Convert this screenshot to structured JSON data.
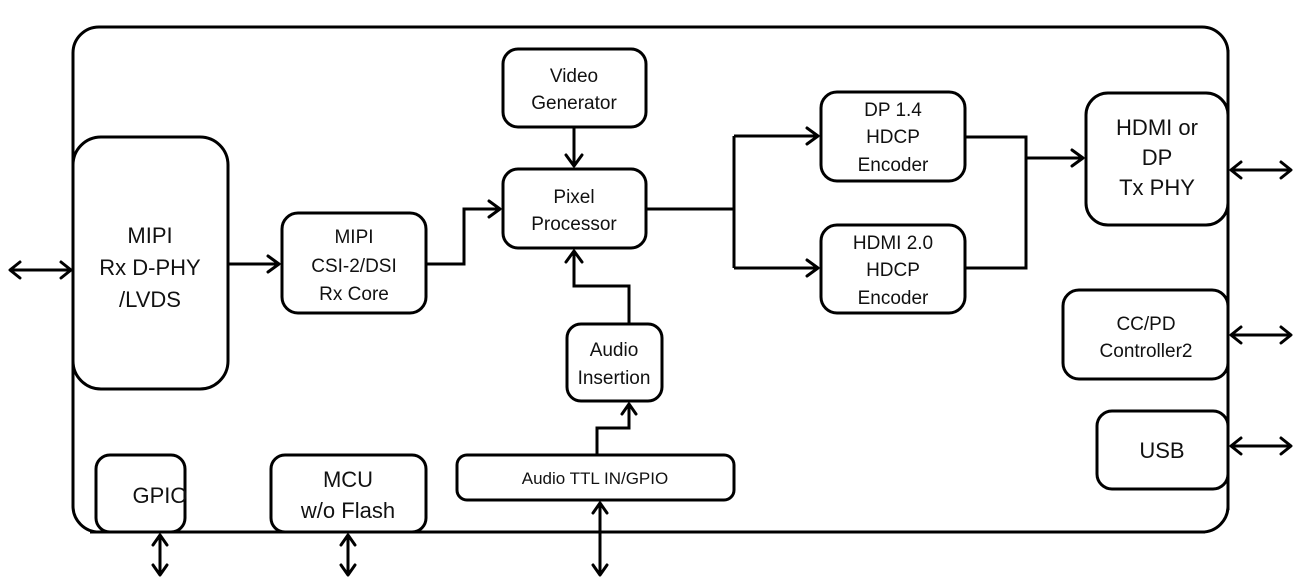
{
  "diagram": {
    "type": "block-diagram",
    "container": "chip-boundary",
    "blocks": {
      "mipi_rx_phy": {
        "lines": [
          "MIPI",
          "Rx D-PHY",
          "/LVDS"
        ]
      },
      "mipi_rx_core": {
        "lines": [
          "MIPI",
          "CSI-2/DSI",
          "Rx Core"
        ]
      },
      "video_generator": {
        "lines": [
          "Video",
          "Generator"
        ]
      },
      "pixel_processor": {
        "lines": [
          "Pixel",
          "Processor"
        ]
      },
      "dp_encoder": {
        "lines": [
          "DP 1.4",
          "HDCP",
          "Encoder"
        ]
      },
      "hdmi_encoder": {
        "lines": [
          "HDMI 2.0",
          "HDCP",
          "Encoder"
        ]
      },
      "tx_phy": {
        "lines": [
          "HDMI or",
          "DP",
          "Tx PHY"
        ]
      },
      "ccpd_controller": {
        "lines": [
          "CC/PD",
          "Controller2"
        ]
      },
      "usb": {
        "lines": [
          "USB"
        ]
      },
      "audio_insertion": {
        "lines": [
          "Audio",
          "Insertion"
        ]
      },
      "audio_ttl": {
        "lines": [
          "Audio TTL IN/GPIO"
        ]
      },
      "gpio": {
        "lines": [
          "GPIO"
        ]
      },
      "mcu": {
        "lines": [
          "MCU",
          "w/o Flash"
        ]
      }
    },
    "connections": [
      {
        "from": "external",
        "to": "mipi_rx_phy",
        "direction": "bidirectional"
      },
      {
        "from": "mipi_rx_phy",
        "to": "mipi_rx_core",
        "direction": "forward"
      },
      {
        "from": "mipi_rx_core",
        "to": "pixel_processor",
        "direction": "forward"
      },
      {
        "from": "video_generator",
        "to": "pixel_processor",
        "direction": "forward"
      },
      {
        "from": "audio_insertion",
        "to": "pixel_processor",
        "direction": "forward"
      },
      {
        "from": "audio_ttl",
        "to": "audio_insertion",
        "direction": "forward"
      },
      {
        "from": "pixel_processor",
        "to": "dp_encoder",
        "direction": "forward"
      },
      {
        "from": "pixel_processor",
        "to": "hdmi_encoder",
        "direction": "forward"
      },
      {
        "from": "dp_encoder",
        "to": "tx_phy",
        "direction": "forward"
      },
      {
        "from": "hdmi_encoder",
        "to": "tx_phy",
        "direction": "forward"
      },
      {
        "from": "tx_phy",
        "to": "external",
        "direction": "bidirectional"
      },
      {
        "from": "ccpd_controller",
        "to": "external",
        "direction": "bidirectional"
      },
      {
        "from": "usb",
        "to": "external",
        "direction": "bidirectional"
      },
      {
        "from": "gpio",
        "to": "external",
        "direction": "bidirectional"
      },
      {
        "from": "mcu",
        "to": "external",
        "direction": "bidirectional"
      },
      {
        "from": "audio_ttl",
        "to": "external",
        "direction": "bidirectional"
      }
    ]
  }
}
